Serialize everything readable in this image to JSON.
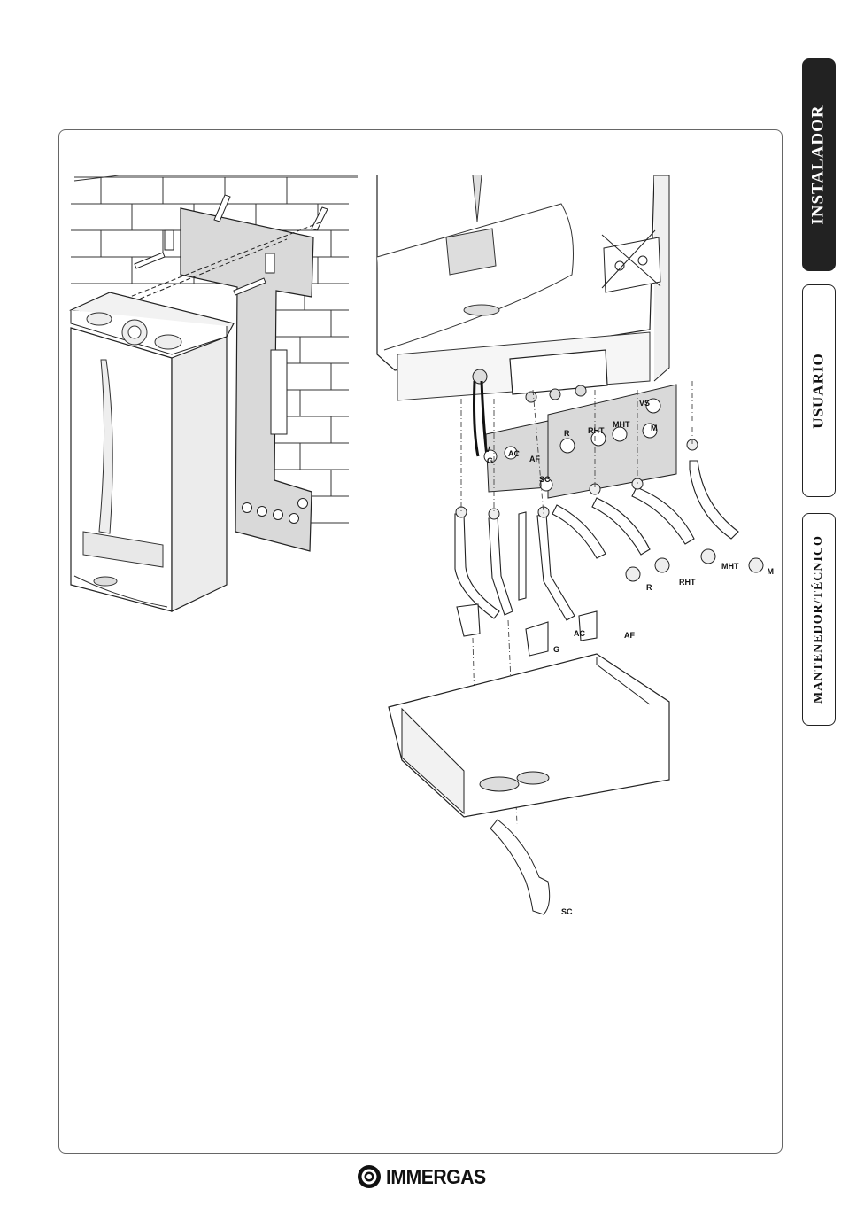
{
  "tabs": [
    {
      "label": "INSTALADOR",
      "active": true
    },
    {
      "label": "USUARIO",
      "active": false
    },
    {
      "label": "MANTENEDOR/TÉCNICO",
      "active": false
    }
  ],
  "diagram": {
    "labels": {
      "v": "V",
      "g": "G",
      "ac": "AC",
      "af": "AF",
      "sc": "SC",
      "r": "R",
      "rht": "RHT",
      "mht": "MHT",
      "vs": "VS",
      "m": "M"
    }
  },
  "brand": {
    "name": "IMMERGAS"
  },
  "colors": {
    "tab_active": "#222222",
    "plate": "#d9d9d9"
  }
}
